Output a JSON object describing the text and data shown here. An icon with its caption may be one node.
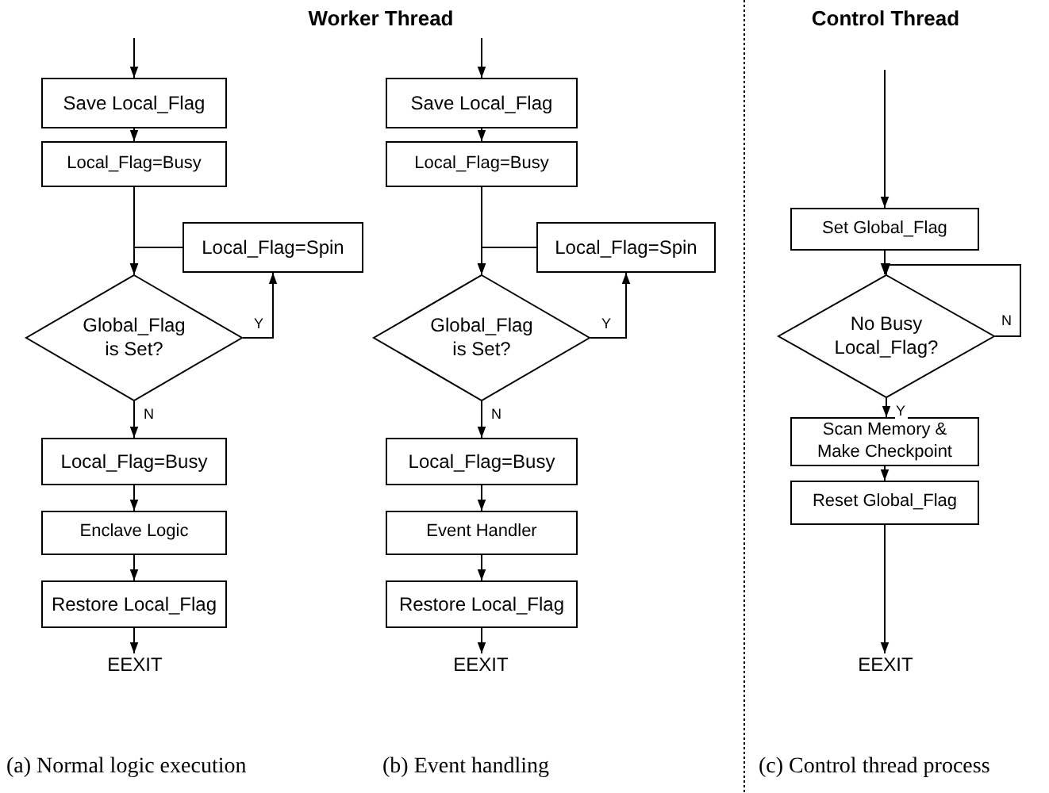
{
  "diagram": {
    "nodes": [
      {
        "text": [
          "Save Local_Flag"
        ]
      },
      {
        "text": [
          "Local_Flag=Busy"
        ]
      },
      {
        "text": [
          "Local_Flag=Spin"
        ]
      },
      {
        "text": [
          "Global_Flag is Set?"
        ]
      },
      {
        "text": [
          "Local_Flag=Busy"
        ]
      },
      {
        "text": [
          "Enclave Logic"
        ]
      },
      {
        "text": [
          "Restore Local_Flag"
        ]
      },
      {
        "text": [
          "EEXIT"
        ]
      },
      {
        "text": [
          "Save Local_Flag"
        ]
      },
      {
        "text": [
          "Local_Flag=Busy"
        ]
      },
      {
        "text": [
          "Local_Flag=Spin"
        ]
      },
      {
        "text": [
          "Global_Flag is Set?"
        ]
      },
      {
        "text": [
          "Local_Flag=Busy"
        ]
      },
      {
        "text": [
          "Event Handler"
        ]
      },
      {
        "text": [
          "Restore Local_Flag"
        ]
      },
      {
        "text": [
          "EEXIT"
        ]
      },
      {
        "text": [
          "Set Global_Flag"
        ]
      },
      {
        "text": [
          "No Busy Local_Flag?"
        ]
      },
      {
        "text": [
          "Scan Memory & Make Checkpoint"
        ]
      },
      {
        "text": [
          "Reset Global_Flag"
        ]
      },
      {
        "text": [
          "EEXIT"
        ]
      }
    ],
    "edges": [
      {
        "from": null,
        "to": 0,
        "arrow": "to"
      },
      {
        "from": 0,
        "to": 1,
        "arrow": "to"
      },
      {
        "from": 1,
        "to": 3,
        "arrow": "to"
      },
      {
        "from": 3,
        "to": 2,
        "label": "Y",
        "arrow": "to"
      },
      {
        "from": 2,
        "to": 3,
        "arrow": "to"
      },
      {
        "from": 3,
        "to": 4,
        "label": "N",
        "arrow": "to"
      },
      {
        "from": 4,
        "to": 5,
        "arrow": "to"
      },
      {
        "from": 5,
        "to": 6,
        "arrow": "to"
      },
      {
        "from": 6,
        "to": 7,
        "arrow": "to"
      },
      {
        "from": null,
        "to": 8,
        "arrow": "to"
      },
      {
        "from": 8,
        "to": 9,
        "arrow": "to"
      },
      {
        "from": 9,
        "to": 11,
        "arrow": "to"
      },
      {
        "from": 11,
        "to": 10,
        "label": "Y",
        "arrow": "to"
      },
      {
        "from": 10,
        "to": 11,
        "arrow": "to"
      },
      {
        "from": 11,
        "to": 12,
        "label": "N",
        "arrow": "to"
      },
      {
        "from": 12,
        "to": 13,
        "arrow": "to"
      },
      {
        "from": 13,
        "to": 14,
        "arrow": "to"
      },
      {
        "from": 14,
        "to": 15,
        "arrow": "to"
      },
      {
        "from": null,
        "to": 16,
        "arrow": "to"
      },
      {
        "from": 16,
        "to": 17,
        "arrow": "to"
      },
      {
        "from": 17,
        "to": 17,
        "label": "N",
        "arrow": "to"
      },
      {
        "from": 17,
        "to": 18,
        "label": "Y",
        "arrow": "to"
      },
      {
        "from": 18,
        "to": 19,
        "arrow": "to"
      },
      {
        "from": 19,
        "to": 20,
        "arrow": "to"
      }
    ],
    "labels": [
      "Worker Thread",
      "Control Thread",
      "(a) Normal logic execution",
      "(b) Event handling",
      "(c) Control thread process"
    ]
  }
}
